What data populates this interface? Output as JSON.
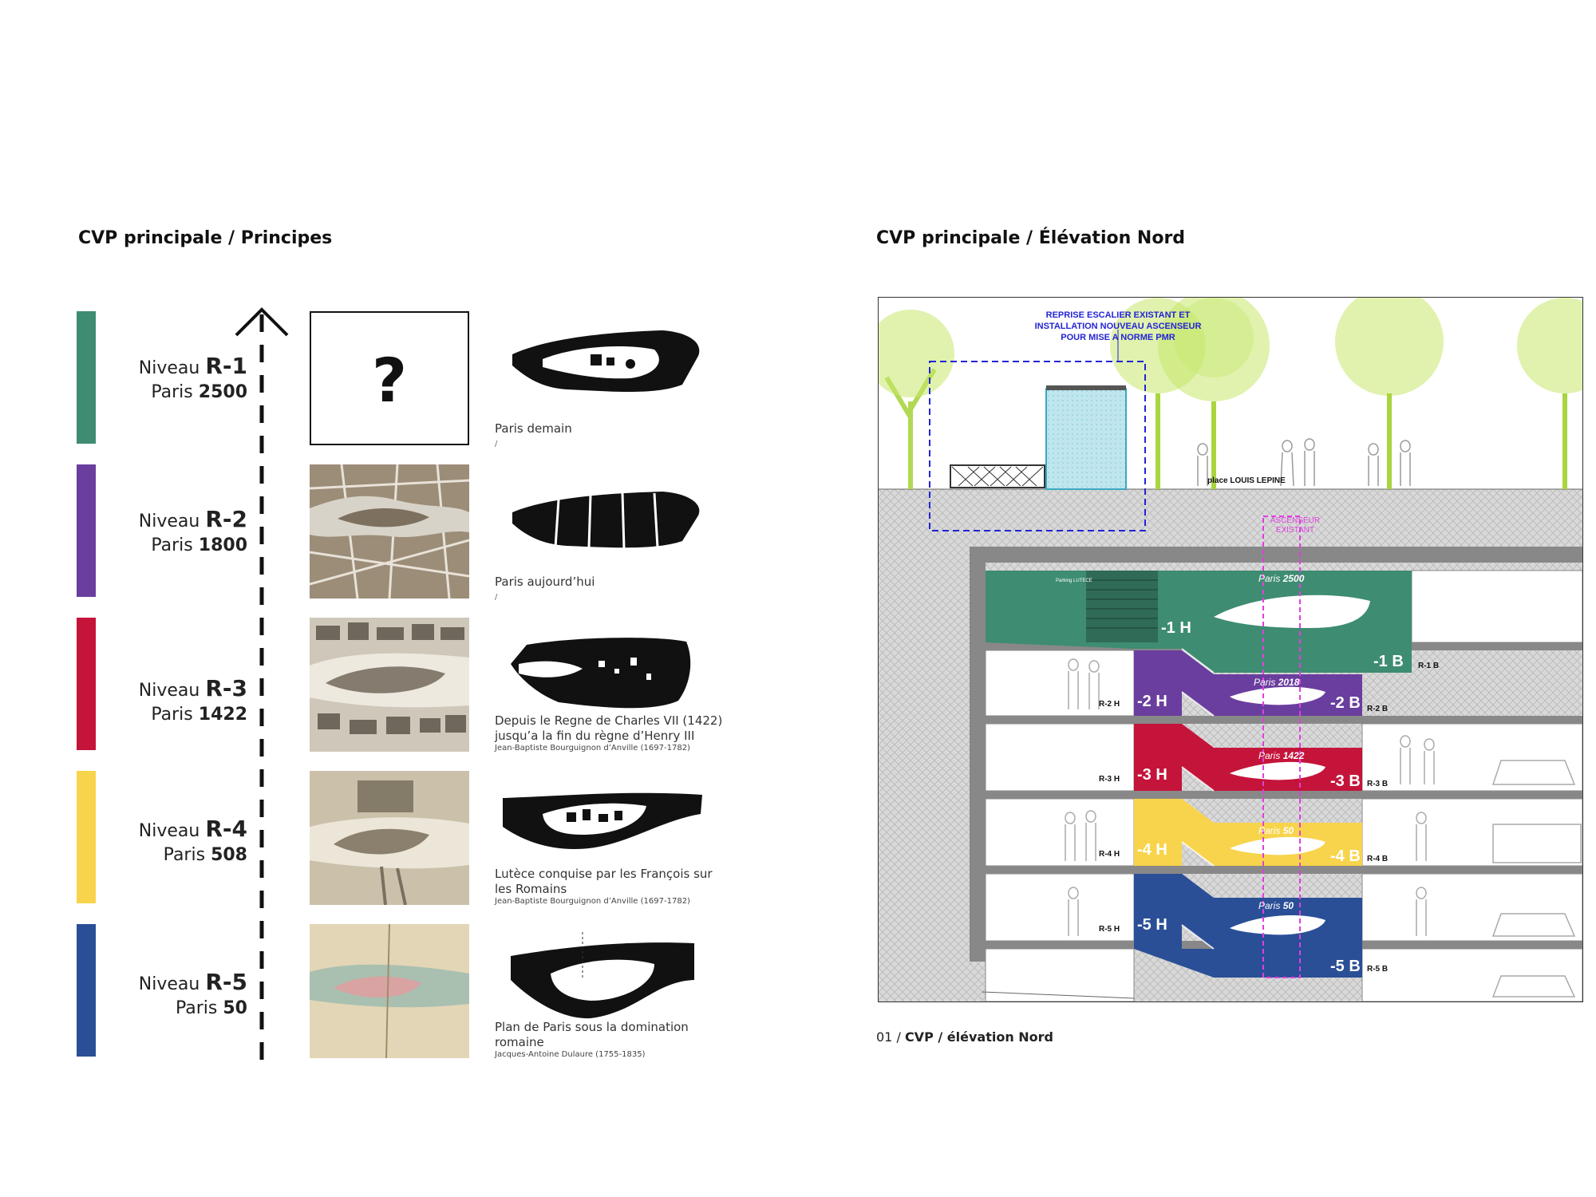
{
  "left": {
    "title": "CVP principale / Principes",
    "levels": [
      {
        "word": "Niveau",
        "code": "R-1",
        "city": "Paris",
        "year": "2500",
        "color": "#3e8c72",
        "thumb_mark": "?",
        "caption": "Paris demain",
        "caption_note": "/",
        "source": ""
      },
      {
        "word": "Niveau",
        "code": "R-2",
        "city": "Paris",
        "year": "1800",
        "color": "#6a3e9e",
        "caption": "Paris aujourd’hui",
        "caption_note": "/",
        "source": ""
      },
      {
        "word": "Niveau",
        "code": "R-3",
        "city": "Paris",
        "year": "1422",
        "color": "#c4143a",
        "caption": "Depuis le Regne de Charles VII (1422) jusqu’a la fin du règne d’Henry III",
        "caption_note": "",
        "source": "Jean-Baptiste Bourguignon d’Anville (1697-1782)"
      },
      {
        "word": "Niveau",
        "code": "R-4",
        "city": "Paris",
        "year": "508",
        "color": "#f8d44c",
        "caption": "Lutèce conquise par les François sur les Romains",
        "caption_note": "",
        "source": "Jean-Baptiste Bourguignon d’Anville (1697-1782)"
      },
      {
        "word": "Niveau",
        "code": "R-5",
        "city": "Paris",
        "year": "50",
        "color": "#2a4f96",
        "caption": "Plan de Paris sous la domination romaine",
        "caption_note": "",
        "source": "Jacques-Antoine Dulaure (1755-1835)"
      }
    ]
  },
  "right": {
    "title": "CVP principale / Élévation Nord",
    "figure_number": "01 /",
    "figure_caption": "CVP / élévation Nord",
    "note_stair": [
      "REPRISE ESCALIER EXISTANT ET",
      "INSTALLATION NOUVEAU ASCENSEUR",
      "POUR MISE A NORME PMR"
    ],
    "note_elevator": [
      "ASCENSEUR",
      "EXISTANT"
    ],
    "place_label": "place LOUIS LEPINE",
    "parking_label": "Parking LUTECE",
    "floors": [
      {
        "h": "-1 H",
        "b": "-1 B",
        "rb": "R-1 B",
        "rh": "",
        "paris": "Paris",
        "year": "2500",
        "color": "#3e8c72"
      },
      {
        "h": "-2 H",
        "b": "-2 B",
        "rb": "R-2 B",
        "rh": "R-2 H",
        "paris": "Paris",
        "year": "2018",
        "color": "#6a3e9e"
      },
      {
        "h": "-3 H",
        "b": "-3 B",
        "rb": "R-3 B",
        "rh": "R-3 H",
        "paris": "Paris",
        "year": "1422",
        "color": "#c4143a"
      },
      {
        "h": "-4 H",
        "b": "-4 B",
        "rb": "R-4 B",
        "rh": "R-4 H",
        "paris": "Paris",
        "year": "50",
        "color": "#f8d44c"
      },
      {
        "h": "-5 H",
        "b": "-5 B",
        "rb": "R-5 B",
        "rh": "R-5 H",
        "paris": "Paris",
        "year": "50",
        "color": "#2a4f96"
      }
    ]
  }
}
